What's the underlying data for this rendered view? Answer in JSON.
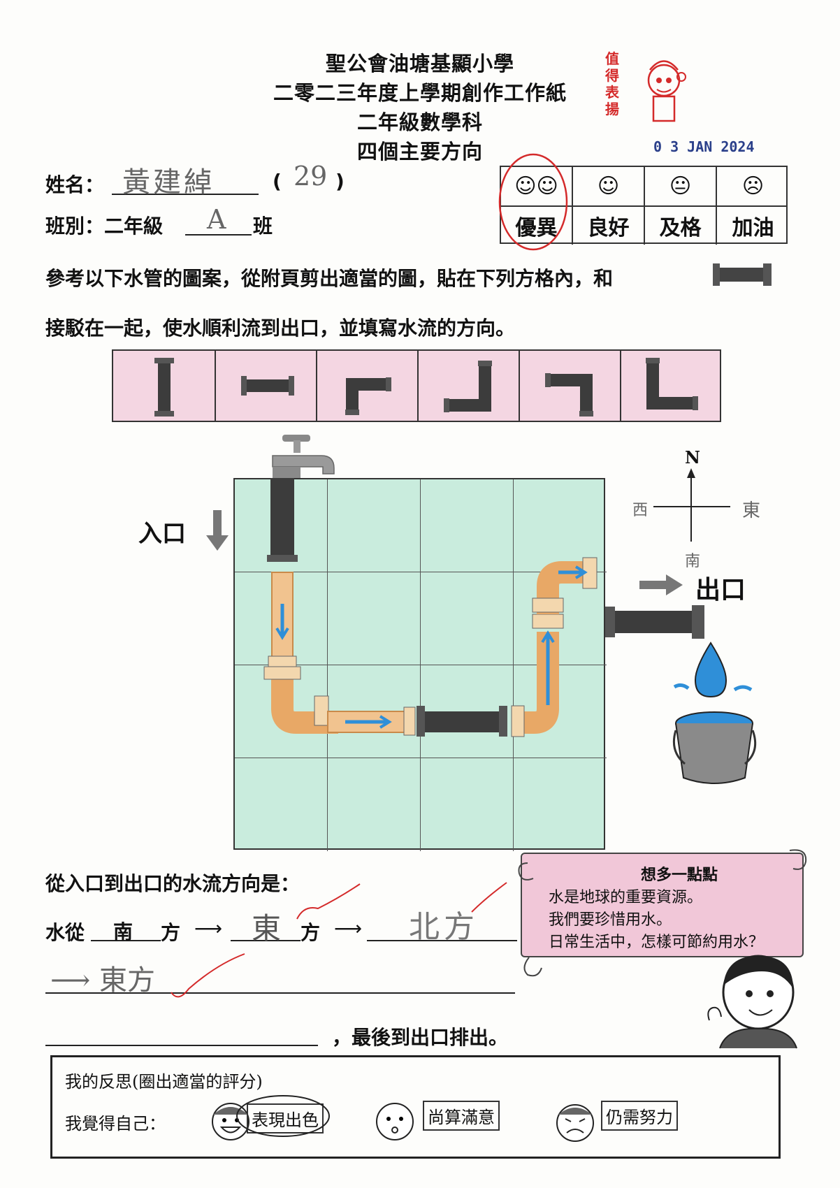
{
  "header": {
    "school": "聖公會油塘基顯小學",
    "term": "二零二三年度上學期創作工作紙",
    "subject": "二年級數學科",
    "topic": "四個主要方向"
  },
  "stamp": {
    "text": "值得表揚",
    "date": "0 3 JAN 2024"
  },
  "student": {
    "name_label": "姓名：",
    "name_value": "黃建綽",
    "number_open": "(",
    "number_value": "29",
    "number_close": ")",
    "class_label": "班別：二年級",
    "class_value": "A",
    "class_suffix": "班"
  },
  "rating": {
    "faces": [
      "☺☺",
      "☺",
      "😐",
      "☹"
    ],
    "labels": [
      "優異",
      "良好",
      "及格",
      "加油"
    ],
    "selected": "優異"
  },
  "instructions": {
    "line1": "參考以下水管的圖案，從附頁剪出適當的圖，貼在下列方格內，和",
    "line2": "接駁在一起，使水順利流到出口，並填寫水流的方向。"
  },
  "compass": {
    "north": "N",
    "west": "西",
    "east": "東",
    "south": "南"
  },
  "labels": {
    "entrance": "入口",
    "exit": "出口"
  },
  "question": {
    "heading": "從入口到出口的水流方向是：",
    "water_from": "水從",
    "blank1": "南",
    "fang": "方",
    "arrow": "⟶",
    "blank2": "東",
    "blank3": "北方",
    "blank4": "⟶ 東方",
    "ending": "，最後到出口排出。"
  },
  "think": {
    "title": "想多一點點",
    "lines": [
      "水是地球的重要資源。",
      "我們要珍惜用水。",
      "日常生活中，怎樣可節約用水？"
    ]
  },
  "reflection": {
    "heading": "我的反思(圈出適當的評分)",
    "prompt": "我覺得自己：",
    "options": [
      "表現出色",
      "尚算滿意",
      "仍需努力"
    ],
    "selected": "表現出色"
  },
  "colors": {
    "grid_fill": "#c9ecdd",
    "strip_fill": "#f4d6e2",
    "pipe_dark": "#3c3c3c",
    "pipe_orange": "#e8a866",
    "water_blue": "#2f8fd8",
    "stamp_red": "#d42a2a",
    "check_red": "#d42a2a"
  }
}
